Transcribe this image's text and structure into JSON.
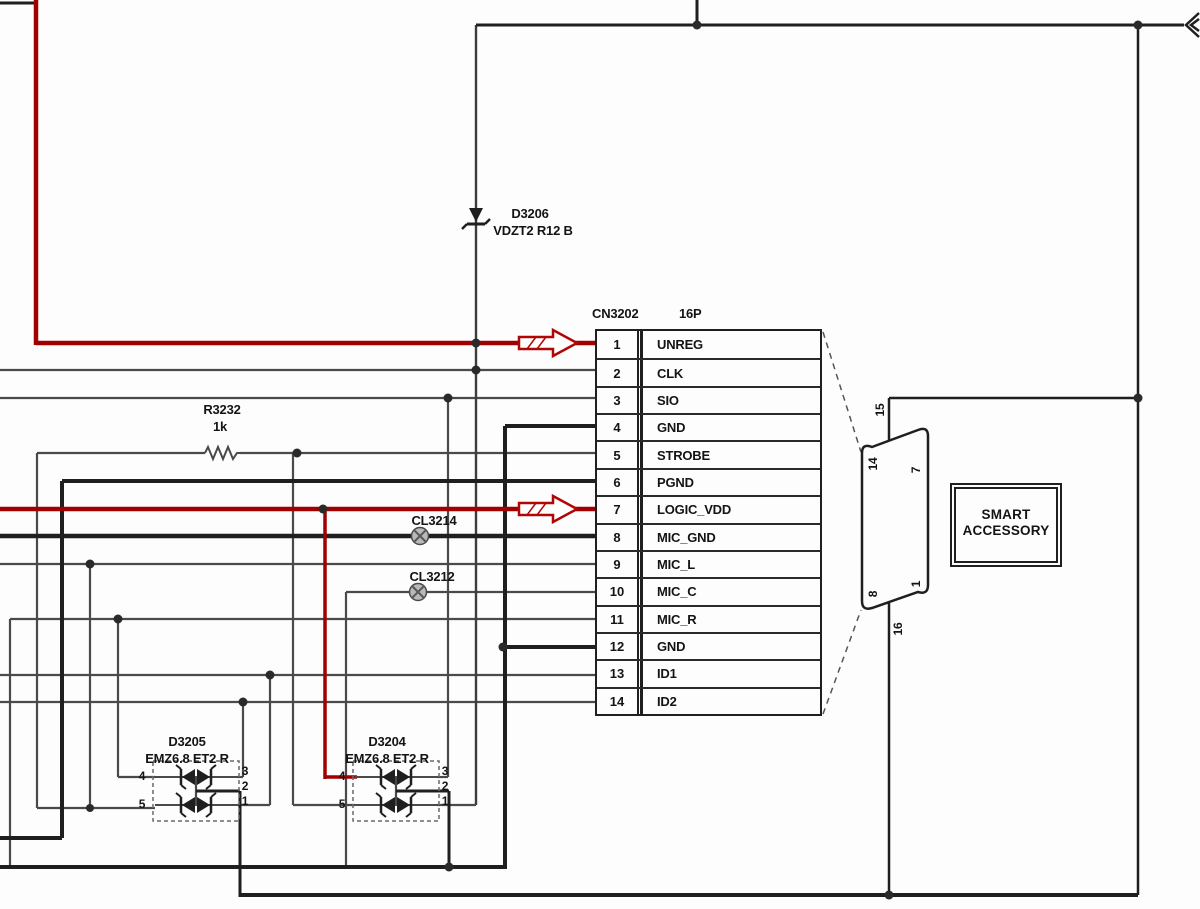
{
  "connector": {
    "ref": "CN3202",
    "size": "16P",
    "pins": [
      {
        "num": "1",
        "name": "UNREG"
      },
      {
        "num": "2",
        "name": "CLK"
      },
      {
        "num": "3",
        "name": "SIO"
      },
      {
        "num": "4",
        "name": "GND"
      },
      {
        "num": "5",
        "name": "STROBE"
      },
      {
        "num": "6",
        "name": "PGND"
      },
      {
        "num": "7",
        "name": "LOGIC_VDD"
      },
      {
        "num": "8",
        "name": "MIC_GND"
      },
      {
        "num": "9",
        "name": "MIC_L"
      },
      {
        "num": "10",
        "name": "MIC_C"
      },
      {
        "num": "11",
        "name": "MIC_R"
      },
      {
        "num": "12",
        "name": "GND"
      },
      {
        "num": "13",
        "name": "ID1"
      },
      {
        "num": "14",
        "name": "ID2"
      }
    ]
  },
  "components": {
    "d3206": {
      "ref": "D3206",
      "part": "VDZT2 R12 B"
    },
    "r3232": {
      "ref": "R3232",
      "value": "1k"
    },
    "cl3214": {
      "ref": "CL3214"
    },
    "cl3212": {
      "ref": "CL3212"
    },
    "d3205": {
      "ref": "D3205",
      "part": "EMZ6.8 ET2 R"
    },
    "d3204": {
      "ref": "D3204",
      "part": "EMZ6.8 ET2 R"
    }
  },
  "diode_array_pins": {
    "p1": "1",
    "p2": "2",
    "p3": "3",
    "p4": "4",
    "p5": "5"
  },
  "accessory_connector": {
    "pin15": "15",
    "pin14": "14",
    "pin7": "7",
    "pin8": "8",
    "pin1": "1",
    "pin16": "16"
  },
  "smart_accessory": {
    "line1": "SMART",
    "line2": "ACCESSORY"
  },
  "colors": {
    "highlight": "#a00000",
    "wire": "#4a4a4a",
    "dark": "#1f1f1f"
  }
}
